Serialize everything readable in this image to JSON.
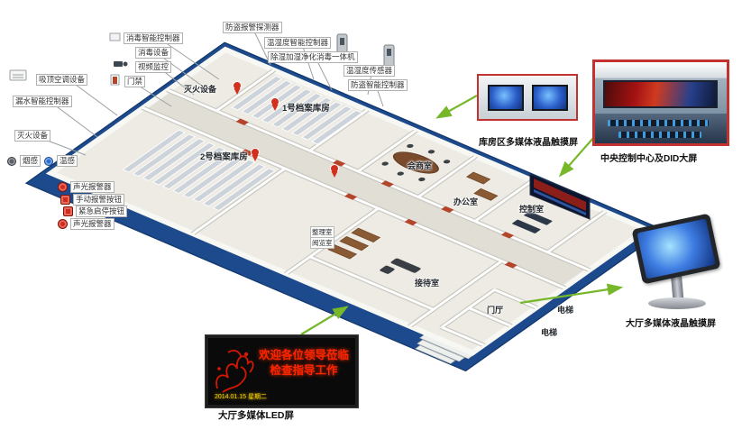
{
  "colors": {
    "slab_blue": "#1c4a8c",
    "floor": "#edebe3",
    "shelf": "#ccd3da",
    "connector_green": "#76b82a",
    "callout_line": "#9aa0a0",
    "pin_red": "#d22f1f",
    "panel_border_red": "#c43131",
    "door_red": "#b5452a",
    "led_text_red": "#ff2400",
    "led_text_yellow": "#ffd300",
    "screen_blue": "#2a5ec9"
  },
  "callouts": [
    {
      "text": "消毒智能控制器"
    },
    {
      "text": "防盗报警探测器"
    },
    {
      "text": "消毒设备"
    },
    {
      "text": "温湿度智能控制器"
    },
    {
      "text": "视频监控",
      "icon": "camera-icon"
    },
    {
      "text": "除湿加湿净化消毒一体机"
    },
    {
      "text": "门禁",
      "icon": "door-access-icon"
    },
    {
      "text": "温湿度传感器"
    },
    {
      "text": "防盗智能控制器"
    },
    {
      "text": "吸顶空调设备",
      "icon": "air-conditioner-icon"
    },
    {
      "text": "漏水智能控制器"
    },
    {
      "text": "灭火设备"
    }
  ],
  "sensors": [
    {
      "text": "烟感",
      "icon": "smoke-sensor-icon"
    },
    {
      "text": "温感",
      "icon": "temp-sensor-icon"
    }
  ],
  "legend": [
    {
      "text": "声光报警器",
      "icon": "sound-light-alarm-icon"
    },
    {
      "text": "手动报警按钮",
      "icon": "manual-alarm-button-icon"
    },
    {
      "text": "紧急启停按钮",
      "icon": "emergency-stop-button-icon"
    },
    {
      "text": "声光报警器",
      "icon": "sound-light-alarm-icon"
    }
  ],
  "rooms": [
    {
      "text": "灭火设备"
    },
    {
      "text": "1号档案库房"
    },
    {
      "text": "2号档案库房"
    },
    {
      "text": "会商室"
    },
    {
      "text": "办公室"
    },
    {
      "text": "控制室"
    },
    {
      "text": "整理室"
    },
    {
      "text": "阅览室"
    },
    {
      "text": "接待室"
    },
    {
      "text": "门厅"
    },
    {
      "text": "电梯"
    },
    {
      "text": "电梯"
    }
  ],
  "panels": {
    "storage_screens": {
      "caption": "库房区多媒体液晶触摸屏"
    },
    "control_center": {
      "caption": "中央控制中心及DID大屏"
    },
    "kiosk": {
      "caption": "大厅多媒体液晶触摸屏"
    },
    "led": {
      "caption": "大厅多媒体LED屏",
      "line1": "欢迎各位领导莅临",
      "line2": "检查指导工作",
      "footer": "2014.01.15 星期二"
    }
  }
}
